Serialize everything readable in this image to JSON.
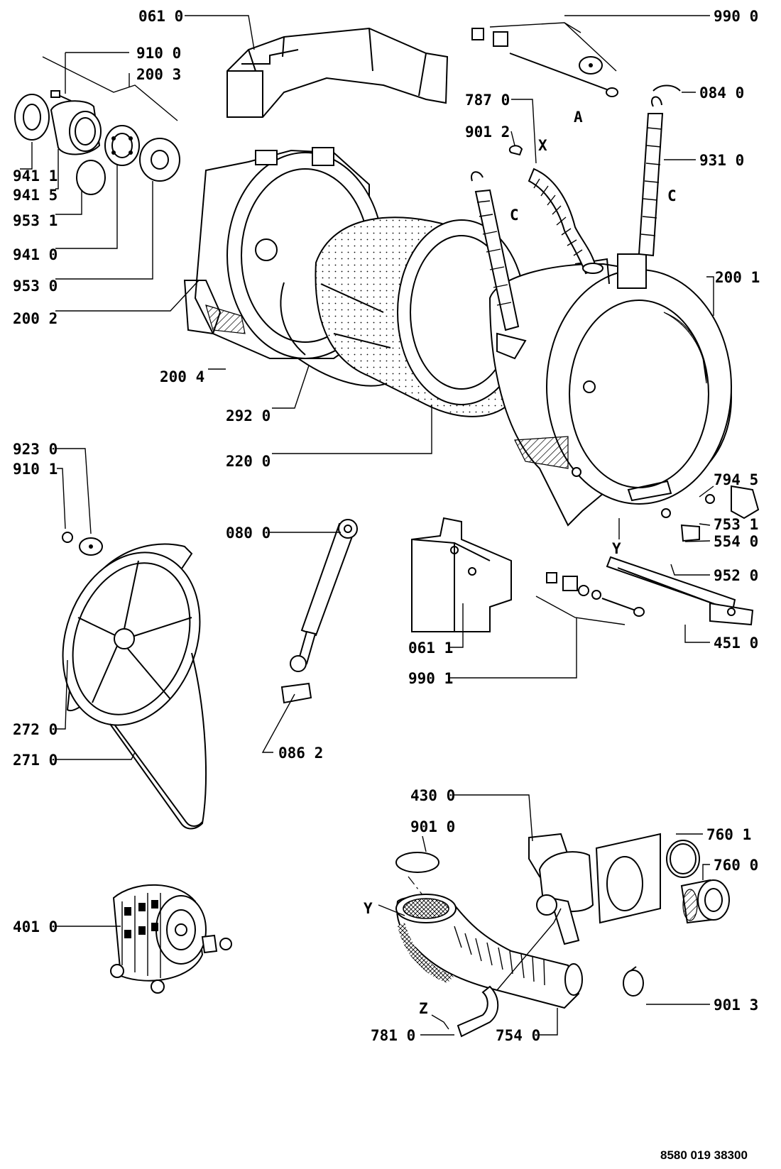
{
  "drawing": {
    "reference": "8580 019 38300",
    "callouts": {
      "c061_0": "061 0",
      "c910_0": "910 0",
      "c200_3": "200 3",
      "c941_1": "941 1",
      "c941_5": "941 5",
      "c953_1": "953 1",
      "c941_0": "941 0",
      "c953_0": "953 0",
      "c200_2": "200 2",
      "c200_4": "200 4",
      "c292_0": "292 0",
      "c220_0": "220 0",
      "c990_0": "990 0",
      "c084_0": "084 0",
      "c787_0": "787 0",
      "c901_2": "901 2",
      "c931_0": "931 0",
      "c200_1": "200 1",
      "c794_5": "794 5",
      "c753_1": "753 1",
      "c554_0": "554 0",
      "c952_0": "952 0",
      "c451_0": "451 0",
      "c061_1": "061 1",
      "c990_1": "990 1",
      "c923_0": "923 0",
      "c910_1": "910 1",
      "c080_0": "080 0",
      "c086_2": "086 2",
      "c272_0": "272 0",
      "c271_0": "271 0",
      "c430_0": "430 0",
      "c901_0": "901 0",
      "c760_1": "760 1",
      "c760_0": "760 0",
      "c401_0": "401 0",
      "c901_3": "901 3",
      "c781_0": "781 0",
      "c754_0": "754 0"
    },
    "markers": {
      "a": "A",
      "x": "X",
      "c_left": "C",
      "c_right": "C",
      "y_tub": "Y",
      "y_hose": "Y",
      "z": "Z"
    }
  }
}
